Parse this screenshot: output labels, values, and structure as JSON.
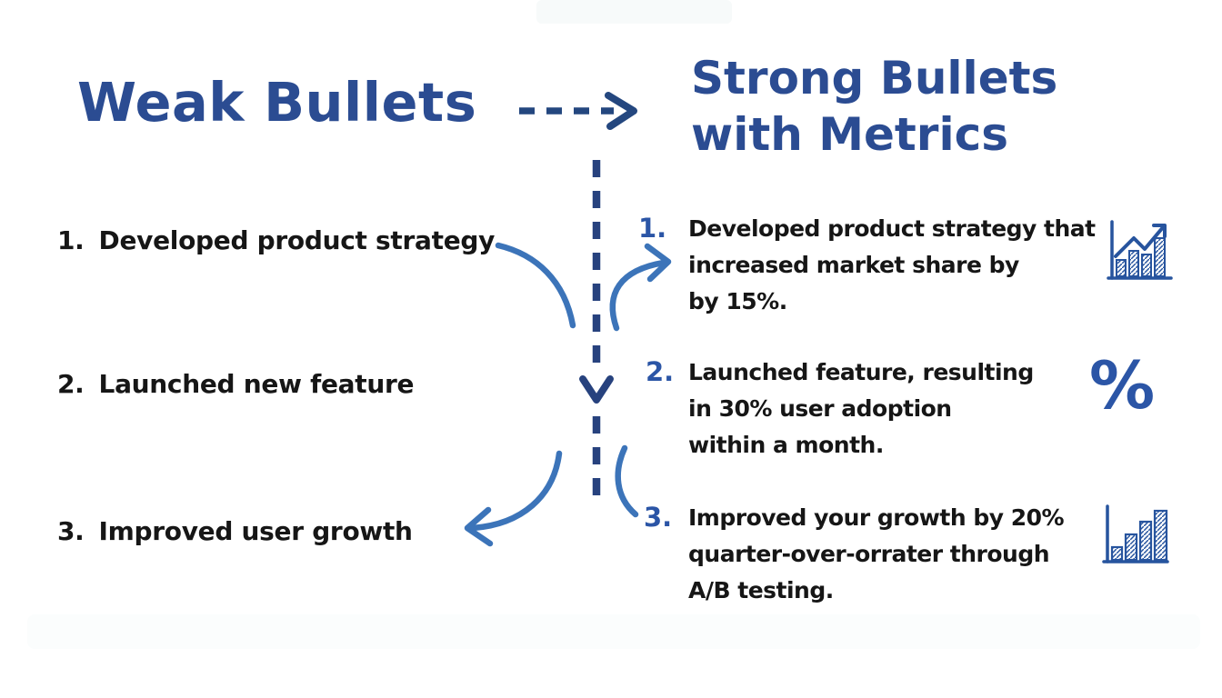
{
  "left_column": {
    "title": "Weak Bullets",
    "items": [
      {
        "num": "1.",
        "text": "Developed product strategy"
      },
      {
        "num": "2.",
        "text": "Launched new feature"
      },
      {
        "num": "3.",
        "text": "Improved user growth"
      }
    ]
  },
  "right_column": {
    "title_line1": "Strong Bullets",
    "title_line2": "with Metrics",
    "items": [
      {
        "num": "1.",
        "lines": [
          "Developed product strategy that",
          "increased market share by",
          "by 15%."
        ],
        "icon": "growth-trend-chart-icon",
        "metric": "15%"
      },
      {
        "num": "2.",
        "lines": [
          "Launched feature, resulting",
          "in 30% user adoption",
          "within a month."
        ],
        "icon": "percent-icon",
        "metric": "30%"
      },
      {
        "num": "3.",
        "lines": [
          "Improved your growth by 20%",
          "quarter-over-orrater through",
          "A/B testing."
        ],
        "icon": "bar-chart-icon",
        "metric": "20%"
      }
    ]
  },
  "icons": {
    "percent_glyph": "%"
  },
  "colors": {
    "title_blue": "#2b4c92",
    "header_arrow_navy": "#24477f",
    "text_black": "#161616",
    "curved_arrow_blue": "#3c74b9",
    "number_blue": "#2b55a6",
    "dashed_line_navy": "#27427e",
    "icon_blue": "#27549e",
    "background": "#ffffff"
  }
}
